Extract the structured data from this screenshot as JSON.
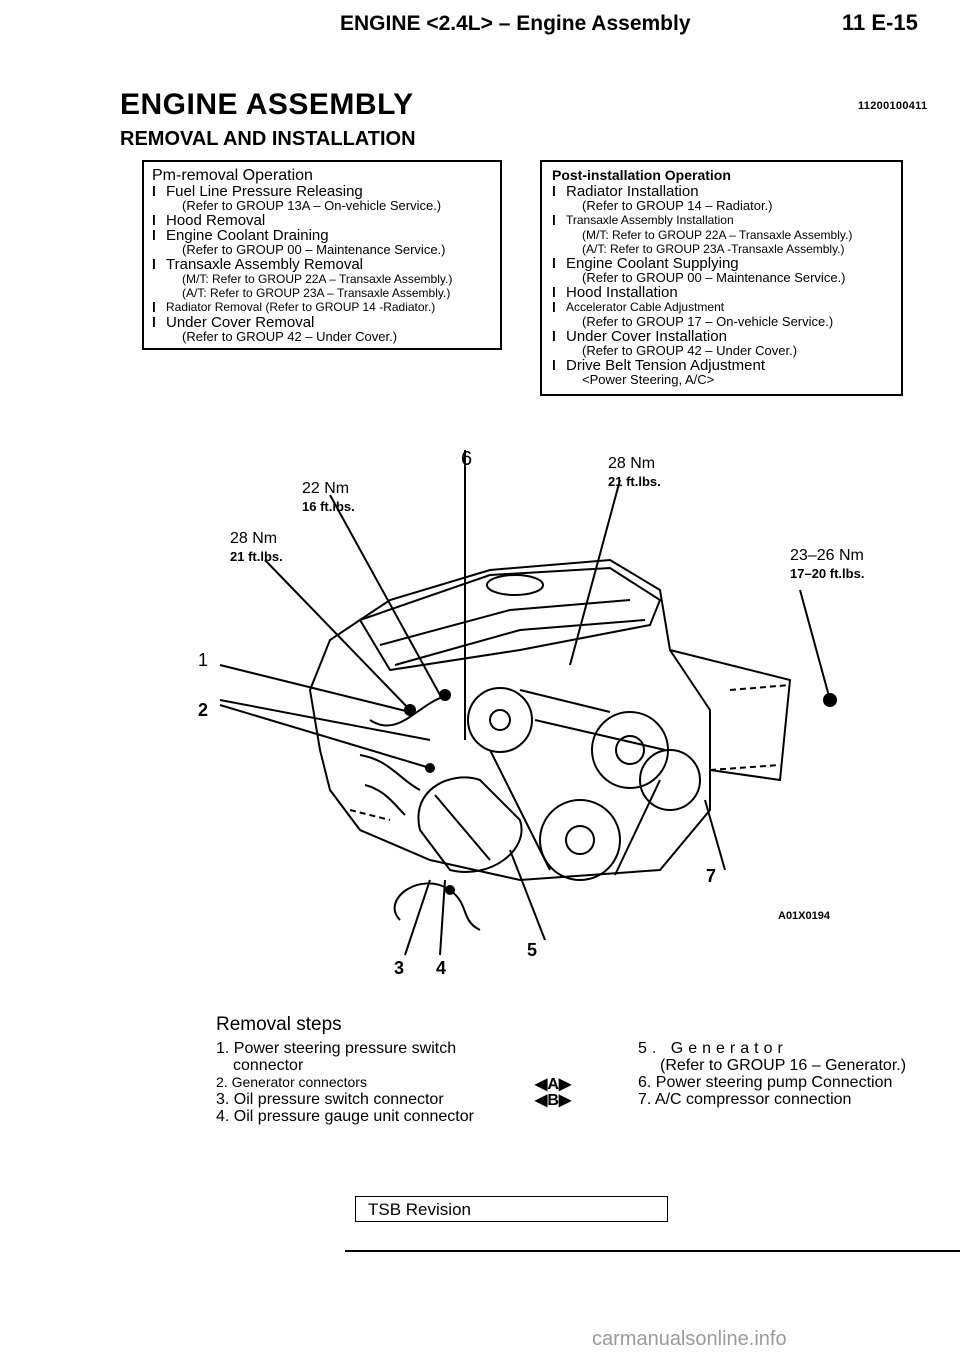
{
  "header": {
    "title": "ENGINE <2.4L> – Engine Assembly",
    "page": "11 E-15"
  },
  "section": {
    "title": "ENGINE ASSEMBLY",
    "code": "11200100411",
    "subtitle": "REMOVAL AND INSTALLATION"
  },
  "pre_removal": {
    "title": "Pm-removal Operation",
    "items": [
      {
        "label": "Fuel Line Pressure Releasing",
        "sub": [
          "(Refer to GROUP 13A – On-vehicle Service.)"
        ]
      },
      {
        "label": "Hood Removal",
        "sub": []
      },
      {
        "label": "Engine Coolant Draining",
        "sub": [
          "(Refer to GROUP 00 – Maintenance Service.)"
        ]
      },
      {
        "label": "Transaxle Assembly Removal",
        "sub": [
          "(M/T: Refer to GROUP 22A – Transaxle Assembly.)",
          "(A/T: Refer to GROUP 23A – Transaxle Assembly.)"
        ]
      },
      {
        "label": "Radiator Removal (Refer to GROUP 14 -Radiator.)",
        "sub": []
      },
      {
        "label": "Under Cover Removal",
        "sub": [
          "(Refer to GROUP 42 – Under Cover.)"
        ]
      }
    ]
  },
  "post_installation": {
    "title": "Post-installation Operation",
    "items": [
      {
        "label": "Radiator Installation",
        "sub": [
          "(Refer to GROUP 14 – Radiator.)"
        ]
      },
      {
        "label": "Transaxle Assembly Installation",
        "sub": [
          "(M/T: Refer to GROUP 22A – Transaxle Assembly.)",
          "(A/T: Refer to GROUP 23A -Transaxle Assembly.)"
        ]
      },
      {
        "label": "Engine Coolant Supplying",
        "sub": [
          "(Refer to GROUP 00 – Maintenance Service.)"
        ]
      },
      {
        "label": "Hood Installation",
        "sub": []
      },
      {
        "label": "Accelerator Cable Adjustment",
        "sub": [
          "(Refer to GROUP 17 – On-vehicle Service.)"
        ]
      },
      {
        "label": "Under Cover Installation",
        "sub": [
          "(Refer to GROUP 42 – Under Cover.)"
        ]
      },
      {
        "label": "Drive Belt Tension Adjustment",
        "sub": [
          "<Power Steering, A/C>"
        ]
      }
    ]
  },
  "diagram": {
    "torques": [
      {
        "nm": "22 Nm",
        "ft": "16 ft.lbs."
      },
      {
        "nm": "28 Nm",
        "ft": "21 ft.lbs."
      },
      {
        "nm": "28 Nm",
        "ft": "21 ft.lbs."
      },
      {
        "nm": "23–26 Nm",
        "ft": "17–20 ft.lbs."
      }
    ],
    "callouts": [
      "1",
      "2",
      "3",
      "4",
      "5",
      "6",
      "7"
    ],
    "figure_code": "A01X0194"
  },
  "removal_steps": {
    "title": "Removal steps",
    "left": [
      "1. Power steering pressure switch",
      "connector",
      "2. Generator connectors",
      "3. Oil pressure switch connector",
      "4. Oil pressure gauge unit connector"
    ],
    "right": [
      "5. Generator",
      "(Refer to GROUP 16 – Generator.)",
      "6. Power steering pump Connection",
      "7. A/C compressor connection"
    ],
    "markers": [
      "A",
      "B"
    ]
  },
  "footer": {
    "tsb": "TSB Revision",
    "watermark": "carmanualsonline.info"
  }
}
